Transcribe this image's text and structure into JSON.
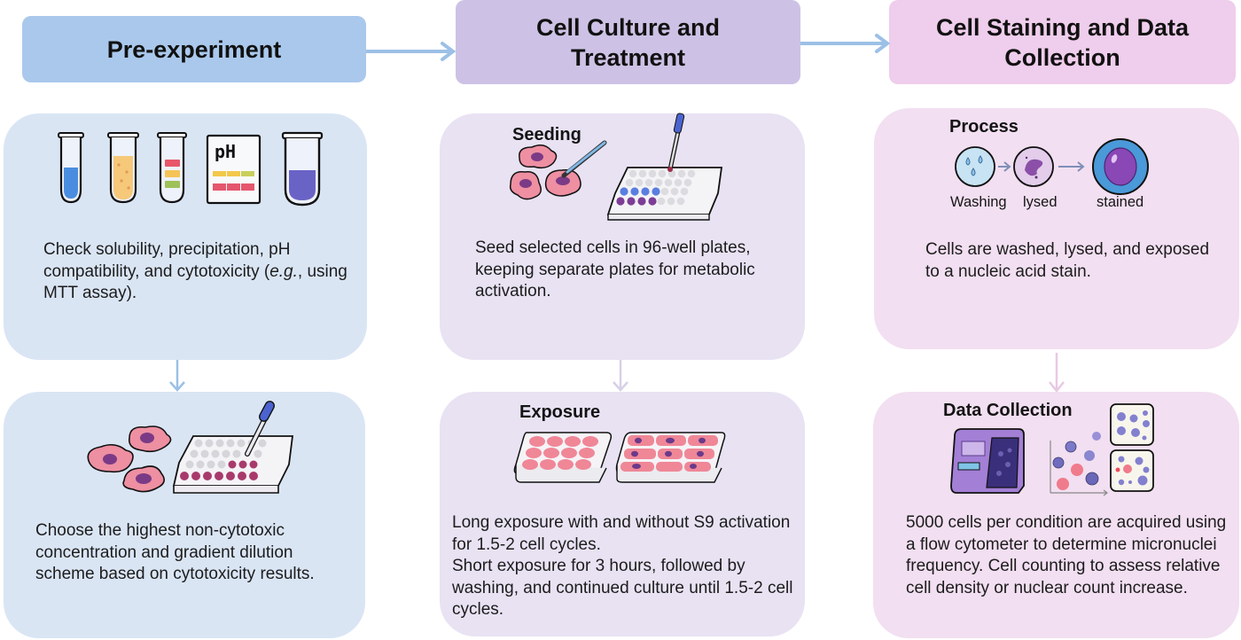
{
  "stages": [
    {
      "title": "Pre-experiment",
      "color": "#a9c8ec"
    },
    {
      "title": "Cell Culture and Treatment",
      "title_lines": [
        "Cell Culture and",
        "Treatment"
      ],
      "color": "#cdc2e5"
    },
    {
      "title": "Cell Staining and Data Collection",
      "title_lines": [
        "Cell Staining and Data",
        "Collection"
      ],
      "color": "#efcdec"
    }
  ],
  "pre_experiment": {
    "step1": {
      "icons": [
        "test-tube-blue",
        "test-tube-yellow-precipitate",
        "test-tube-color-bands",
        "ph-strip-card",
        "test-tube-purple-mtt"
      ],
      "ph_label": "pH",
      "text_before_italic": "Check solubility, precipitation, pH compatibility, and cytotoxicity (",
      "text_italic": "e.g.",
      "text_after_italic": ", using MTT assay)."
    },
    "step2": {
      "icons": [
        "cells",
        "well-plate-dilution",
        "dropper"
      ],
      "text": "Choose the highest non-cytotoxic concentration and gradient dilution scheme based on cytotoxicity results."
    }
  },
  "cell_culture": {
    "step1": {
      "subtitle": "Seeding",
      "icons": [
        "cells",
        "pipette",
        "96-well-plate"
      ],
      "text": "Seed selected cells in 96-well plates, keeping separate plates for metabolic activation."
    },
    "step2": {
      "subtitle": "Exposure",
      "icons": [
        "plate-long-exposure",
        "plate-short-exposure"
      ],
      "text_line1": "Long exposure with and without S9 activation for 1.5-2 cell cycles.",
      "text_line2": "Short exposure for 3 hours, followed by washing, and continued culture until 1.5-2 cell cycles."
    }
  },
  "staining": {
    "step1": {
      "subtitle": "Process",
      "process_labels": [
        "Washing",
        "lysed",
        "stained"
      ],
      "text": "Cells are washed, lysed, and exposed to a nucleic acid stain."
    },
    "step2": {
      "subtitle": "Data Collection",
      "icons": [
        "flow-cytometer",
        "scatter-plot",
        "micronuclei-panel-1",
        "micronuclei-panel-2"
      ],
      "text": "5000 cells per condition are acquired using a flow cytometer to determine micronuclei frequency. Cell counting to assess relative cell density or nuclear count increase."
    }
  },
  "colors": {
    "blue_card": "#dae5f4",
    "purple_card": "#e8e2f3",
    "pink_card": "#f2dff1",
    "arrow": "#9cc0e6"
  }
}
